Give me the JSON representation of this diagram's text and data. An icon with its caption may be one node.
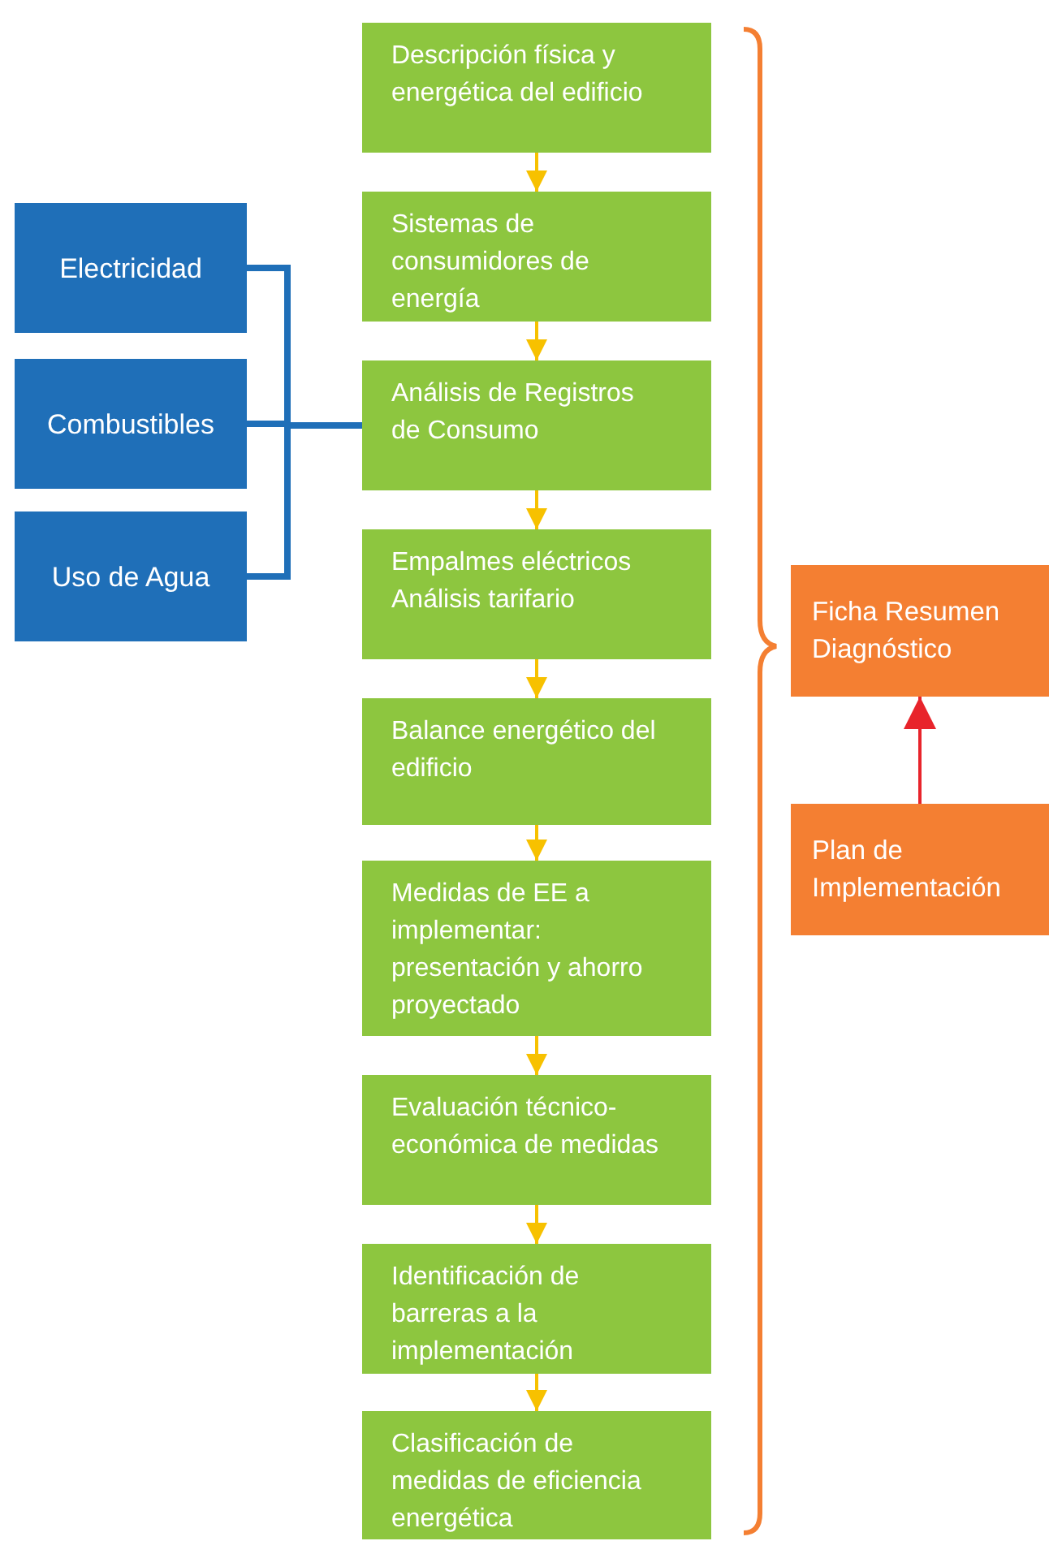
{
  "diagram": {
    "nodes": [
      {
        "text": [
          "Descripción física y energética del edificio"
        ]
      },
      {
        "text": [
          "Sistemas de consumidores de energía"
        ]
      },
      {
        "text": [
          "Análisis de Registros de Consumo"
        ]
      },
      {
        "text": [
          "Empalmes eléctricos Análisis tarifario"
        ]
      },
      {
        "text": [
          "Balance energético del edificio"
        ]
      },
      {
        "text": [
          "Medidas de EE a implementar: presentación y ahorro proyectado"
        ]
      },
      {
        "text": [
          "Evaluación técnico-económica de medidas"
        ]
      },
      {
        "text": [
          "Identificación de barreras a la implementación"
        ]
      },
      {
        "text": [
          "Clasificación de medidas de eficiencia energética"
        ]
      },
      {
        "text": [
          "Electricidad"
        ]
      },
      {
        "text": [
          "Combustibles"
        ]
      },
      {
        "text": [
          "Uso de Agua"
        ]
      },
      {
        "text": [
          "Ficha Resumen Diagnóstico"
        ]
      },
      {
        "text": [
          "Plan de Implementación"
        ]
      }
    ],
    "edges": [
      {
        "from": 0,
        "to": 1,
        "arrow": "to"
      },
      {
        "from": 1,
        "to": 2,
        "arrow": "to"
      },
      {
        "from": 2,
        "to": 3,
        "arrow": "to"
      },
      {
        "from": 3,
        "to": 4,
        "arrow": "to"
      },
      {
        "from": 4,
        "to": 5,
        "arrow": "to"
      },
      {
        "from": 5,
        "to": 6,
        "arrow": "to"
      },
      {
        "from": 6,
        "to": 7,
        "arrow": "to"
      },
      {
        "from": 7,
        "to": 8,
        "arrow": "to"
      },
      {
        "from": 9,
        "to": 2,
        "arrow": "none",
        "style": "thick",
        "color": "#1f6fb8"
      },
      {
        "from": 10,
        "to": 2,
        "arrow": "none",
        "style": "thick",
        "color": "#1f6fb8"
      },
      {
        "from": 11,
        "to": 2,
        "arrow": "none",
        "style": "thick",
        "color": "#1f6fb8"
      },
      {
        "from": 13,
        "to": 12,
        "arrow": "to",
        "color": "#e8242b"
      }
    ]
  }
}
